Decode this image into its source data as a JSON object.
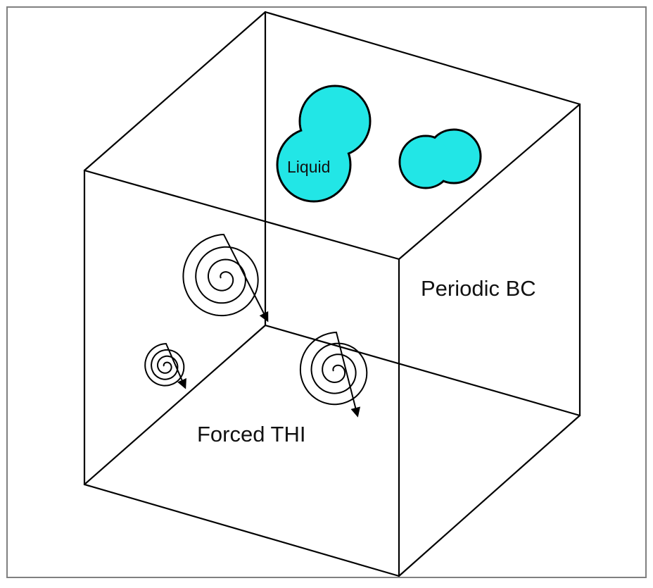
{
  "labels": {
    "liquid": "Liquid",
    "periodic_bc": "Periodic BC",
    "forced_thi": "Forced THI"
  },
  "colors": {
    "liquid_fill": "#22e6e6",
    "outline": "#000000",
    "frame_border": "#808080",
    "background": "#ffffff"
  }
}
